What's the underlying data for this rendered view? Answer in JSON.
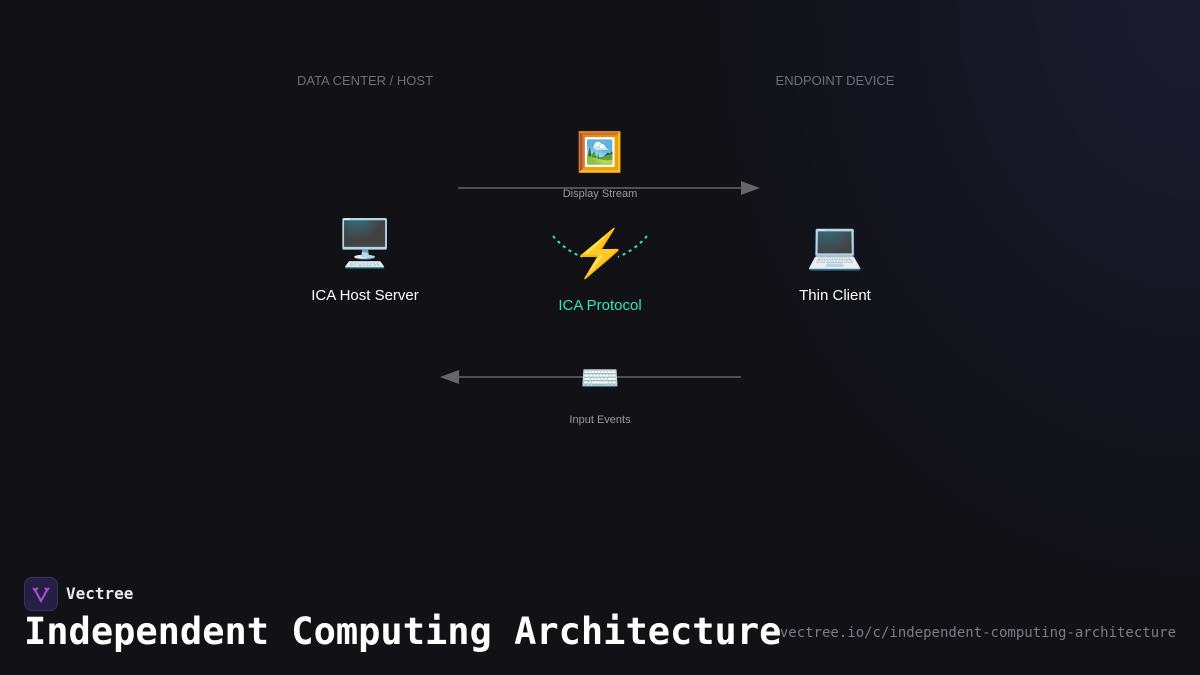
{
  "sections": {
    "left": "DATA CENTER / HOST",
    "right": "ENDPOINT DEVICE"
  },
  "nodes": {
    "host": {
      "icon": "🖥️",
      "label": "ICA Host Server"
    },
    "protocol": {
      "icon": "⚡",
      "label": "ICA Protocol",
      "color": "#2ee6c0"
    },
    "client": {
      "icon": "💻",
      "label": "Thin Client"
    }
  },
  "flows": {
    "display": {
      "icon": "🖼️",
      "label": "Display Stream",
      "direction": "host-to-client"
    },
    "input": {
      "icon": "⌨️",
      "label": "Input Events",
      "direction": "client-to-host"
    }
  },
  "footer": {
    "brand": "Vectree",
    "title": "Independent Computing Architecture",
    "url": "vectree.io/c/independent-computing-architecture"
  }
}
